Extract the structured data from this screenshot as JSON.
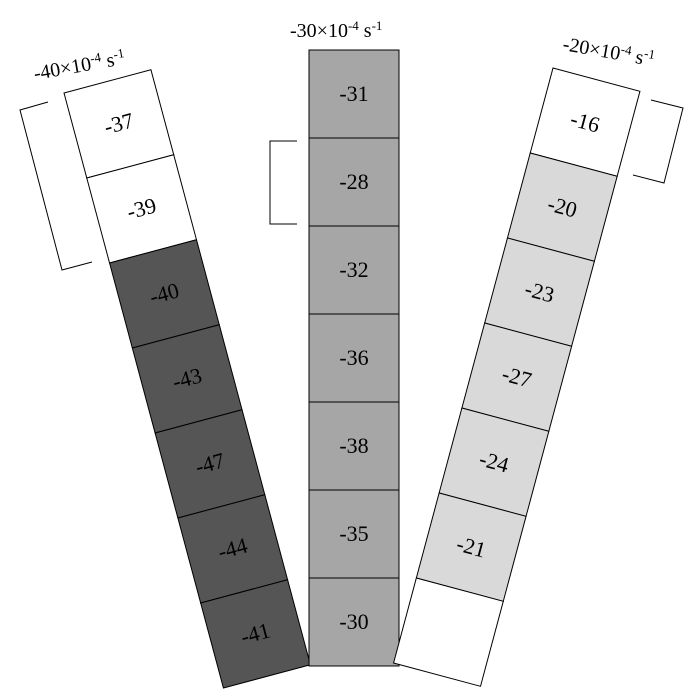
{
  "columns": [
    {
      "title": {
        "prefix": "-40×10",
        "exp": "-4",
        "unit": " s",
        "unit_exp": "-1"
      },
      "values": [
        "-37",
        "-39",
        "-40",
        "-43",
        "-47",
        "-44",
        "-41"
      ],
      "fills": [
        "#ffffff",
        "#ffffff",
        "#555555",
        "#555555",
        "#555555",
        "#555555",
        "#555555"
      ]
    },
    {
      "title": {
        "prefix": "-30×10",
        "exp": "-4",
        "unit": " s",
        "unit_exp": "-1"
      },
      "values": [
        "-31",
        "-28",
        "-32",
        "-36",
        "-38",
        "-35",
        "-30"
      ],
      "fills": [
        "#a6a6a6",
        "#a6a6a6",
        "#a6a6a6",
        "#a6a6a6",
        "#a6a6a6",
        "#a6a6a6",
        "#a6a6a6"
      ]
    },
    {
      "title": {
        "prefix": "-20×10",
        "exp": "-4",
        "unit": " s",
        "unit_exp": "-1"
      },
      "values": [
        "-16",
        "-20",
        "-23",
        "-27",
        "-24",
        "-21",
        ""
      ],
      "fills": [
        "#ffffff",
        "#d9d9d9",
        "#d9d9d9",
        "#d9d9d9",
        "#d9d9d9",
        "#d9d9d9",
        "#ffffff"
      ]
    }
  ]
}
